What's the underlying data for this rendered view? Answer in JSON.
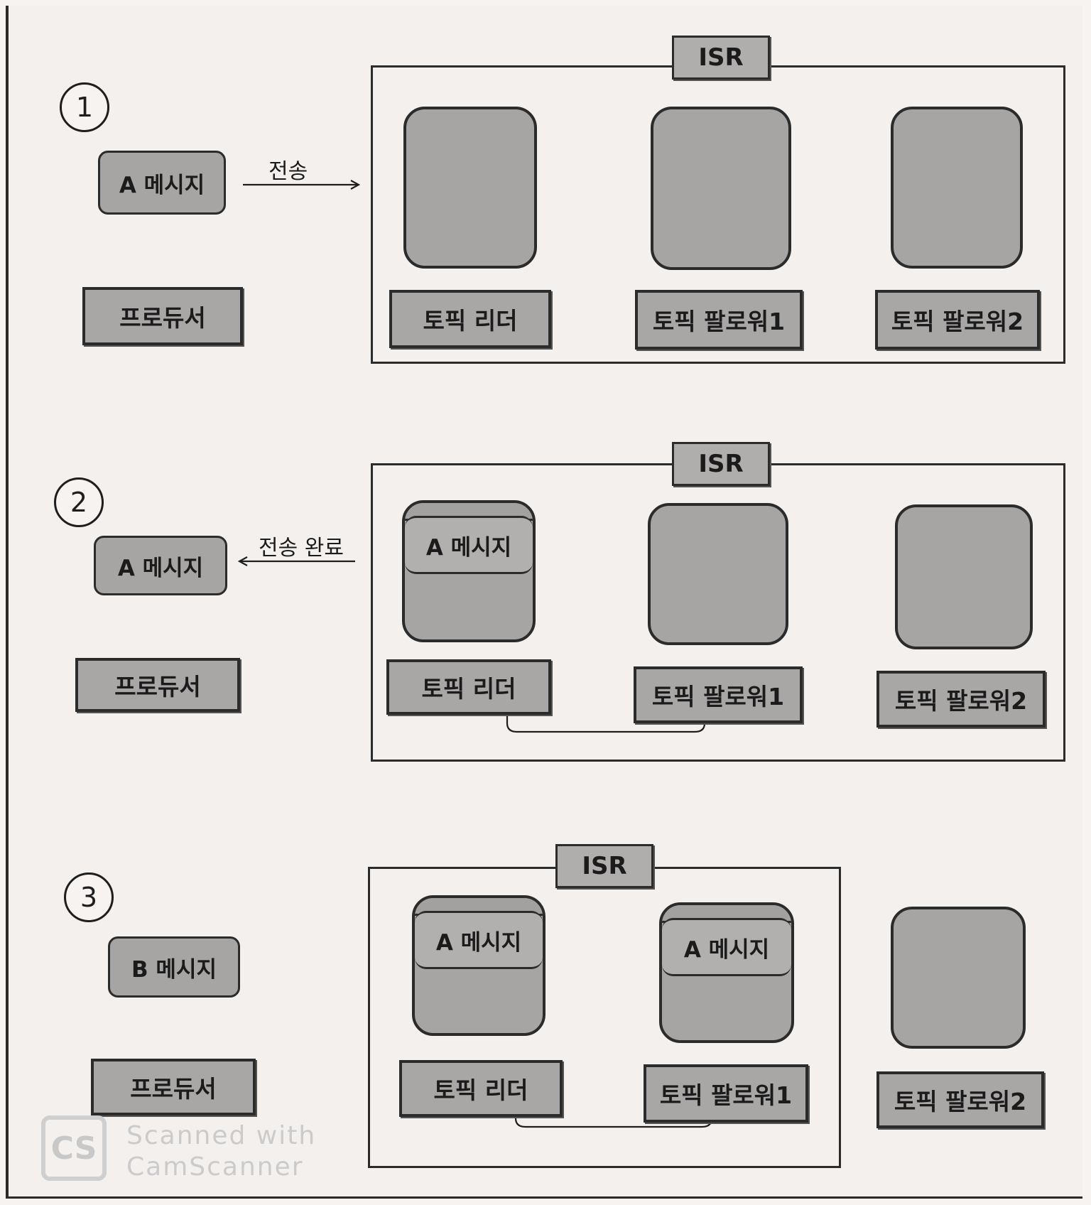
{
  "steps": [
    {
      "number": "1",
      "message": "A 메시지",
      "producer": "프로듀서",
      "arrow_label": "전송",
      "isr_label": "ISR",
      "nodes": [
        {
          "label": "토픽 리더",
          "stored": ""
        },
        {
          "label": "토픽 팔로워1",
          "stored": ""
        },
        {
          "label": "토픽 팔로워2",
          "stored": ""
        }
      ]
    },
    {
      "number": "2",
      "message": "A 메시지",
      "producer": "프로듀서",
      "arrow_label": "전송 완료",
      "isr_label": "ISR",
      "nodes": [
        {
          "label": "토픽 리더",
          "stored": "A 메시지"
        },
        {
          "label": "토픽 팔로워1",
          "stored": ""
        },
        {
          "label": "토픽 팔로워2",
          "stored": ""
        }
      ]
    },
    {
      "number": "3",
      "message": "B 메시지",
      "producer": "프로듀서",
      "isr_label": "ISR",
      "nodes": [
        {
          "label": "토픽 리더",
          "stored": "A 메시지"
        },
        {
          "label": "토픽 팔로워1",
          "stored": "A 메시지"
        },
        {
          "label": "토픽 팔로워2",
          "stored": ""
        }
      ]
    }
  ],
  "watermark": {
    "logo": "CS",
    "line1": "Scanned with",
    "line2": "CamScanner"
  }
}
